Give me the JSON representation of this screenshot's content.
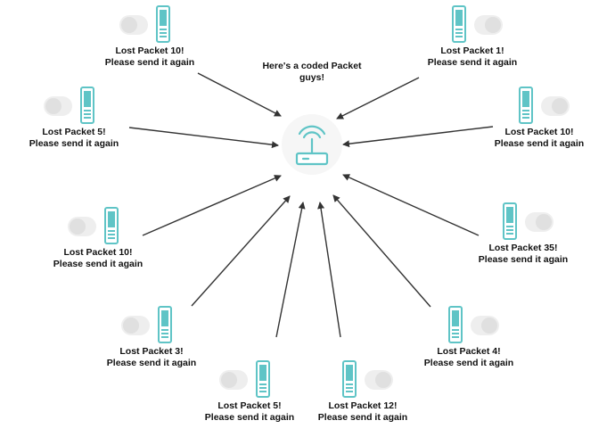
{
  "router": {
    "label_line1": "Here's a coded Packet",
    "label_line2": "guys!",
    "accent_color": "#5fc4c6"
  },
  "devices": [
    {
      "id": "top-left",
      "line1": "Lost Packet 10!",
      "line2": "Please send it again",
      "phone_side": "right"
    },
    {
      "id": "top-right",
      "line1": "Lost Packet 1!",
      "line2": "Please send it again",
      "phone_side": "left"
    },
    {
      "id": "upper-left",
      "line1": "Lost Packet 5!",
      "line2": "Please send it again",
      "phone_side": "right"
    },
    {
      "id": "upper-right",
      "line1": "Lost Packet 10!",
      "line2": "Please send it again",
      "phone_side": "left"
    },
    {
      "id": "middle-left",
      "line1": "Lost Packet 10!",
      "line2": "Please send it again",
      "phone_side": "right"
    },
    {
      "id": "middle-right",
      "line1": "Lost Packet 35!",
      "line2": "Please send it again",
      "phone_side": "left"
    },
    {
      "id": "lower-left",
      "line1": "Lost Packet 3!",
      "line2": "Please send it again",
      "phone_side": "right"
    },
    {
      "id": "lower-right",
      "line1": "Lost Packet 4!",
      "line2": "Please send it again",
      "phone_side": "left"
    },
    {
      "id": "bottom-left",
      "line1": "Lost Packet 5!",
      "line2": "Please send it again",
      "phone_side": "right"
    },
    {
      "id": "bottom-right",
      "line1": "Lost Packet 12!",
      "line2": "Please send it again",
      "phone_side": "left"
    }
  ],
  "colors": {
    "phone": "#5fc4c6",
    "toggle_track": "#eeeeee",
    "toggle_knob": "#e0e0e0",
    "arrow": "#333333"
  }
}
